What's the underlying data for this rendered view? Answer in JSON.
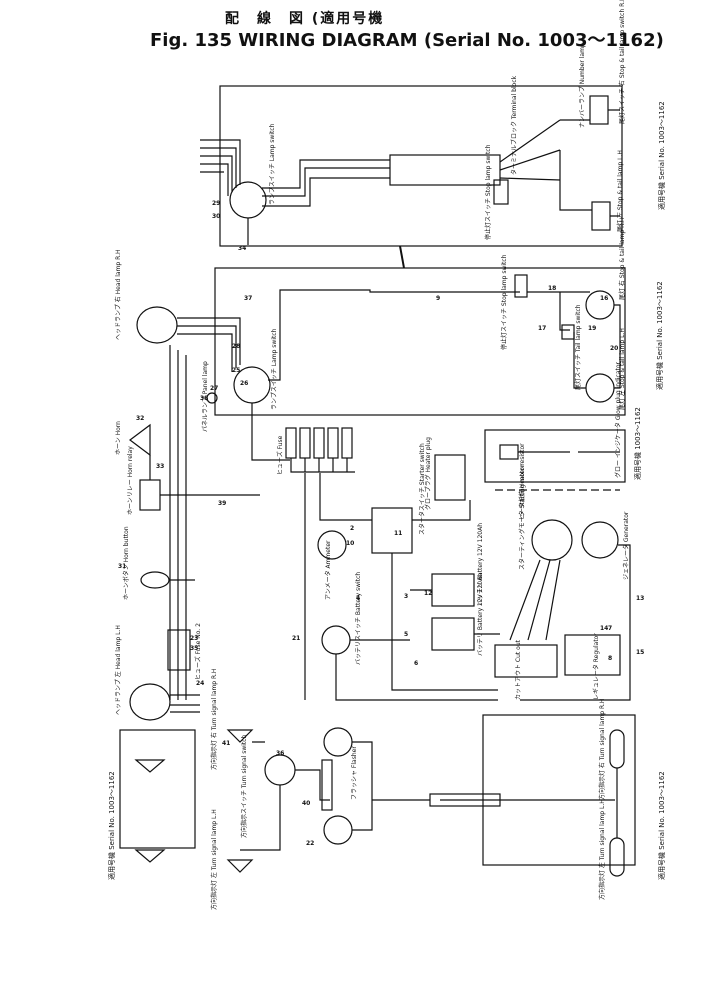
{
  "header": {
    "title_jp": "配　線　図",
    "serial_jp": "(適用号機",
    "title": "Fig. 135  WIRING DIAGRAM",
    "serial": "(Serial No. 1003～1162)"
  },
  "labels": {
    "lamp_switch_top": "ランプスイッチ Lamp switch",
    "terminal_block": "ターミナルブロック Terminal block",
    "number_lamp": "ナンバーランプ Number lamp",
    "stop_tail_lamp_switch_rh": "尾灯スイッチ 右 Stop & tail lamp switch R.H",
    "stop_lamp_switch_top": "停止灯スイッチ Stop lamp switch",
    "stop_tail_lamp_lh_top": "尾灯 左 Stop & tail lamp L.H",
    "serial_top": "適用号機 Serial No. 1003～1162",
    "head_lamp_rh": "ヘッドランプ 右 Head lamp R.H",
    "lamp_switch_mid": "ランプスイッチ Lamp switch",
    "panel_lamp": "パネルランプ Panel lamp",
    "fuse": "ヒューズ Fuse",
    "stop_lamp_switch_mid": "停止灯スイッチ Stop lamp switch",
    "tail_lamp_switch": "尾灯スイッチ Tail lamp switch",
    "stop_tail_lamp_rh": "尾灯 右 Stop & tail lamp R.H",
    "stop_tail_lamp_lh_mid": "尾灯 左 Stop & tail lamp L.H",
    "serial_mid": "適用号機 Serial No. 1003～1162",
    "horn": "ホーン Horn",
    "horn_relay": "ホーンリレー Horn relay",
    "starter_switch": "スタータスイッチ Starter switch",
    "heater_plug": "グロープラグ Heater plug",
    "glow_plug_indicator": "グロー インジケータ Glow plug indicator",
    "serial_right": "適用号機 1003～1162",
    "heater_resistor": "ヒータ抵抗 Heater resistor",
    "ammeter": "アンメータ Ammeter",
    "battery_1": "バッテリ Battery 12V 120Ah",
    "battery_2": "バッテリ Battery 12V 120Ah",
    "starting_motor": "スターティングモータ Starting motor",
    "generator": "ジェネレータ Generator",
    "horn_button": "ホーンボタン Horn button",
    "battery_switch": "バッテリスイッチ Battery switch",
    "cut_out": "カットアウト Cut out",
    "regulator": "レギュレータ Regulator",
    "fuse_2": "ヒューズ Fuse No. 2",
    "head_lamp_lh": "ヘッドランプ 左 Head lamp L.H",
    "turn_signal_lamp_rh": "方向指示灯 右 Turn signal lamp R.H",
    "turn_signal_switch": "方向指示スイッチ Turn signal switch",
    "flasher": "フラッシャ Flasher",
    "serial_bottom_left": "適用号機 Serial No. 1003～1162",
    "turn_signal_lamp_lh": "方向指示灯 左 Turn signal lamp L.H",
    "turn_lamp_rh": "方向指示灯 右 Turn signal lamp R.H",
    "turn_lamp_lh": "方向指示灯 左 Turn signal lamp L.H",
    "serial_bottom_right": "適用号機 Serial No. 1003～1162"
  },
  "wire_numbers": [
    "29",
    "30",
    "31",
    "32",
    "33",
    "34",
    "35",
    "36",
    "37",
    "38",
    "39",
    "40",
    "41",
    "2",
    "3",
    "4",
    "5",
    "6",
    "7",
    "8",
    "9",
    "10",
    "11",
    "12",
    "13",
    "14",
    "15",
    "16",
    "17",
    "18",
    "19",
    "20",
    "21",
    "22",
    "23",
    "24",
    "25",
    "26",
    "27",
    "28"
  ],
  "colors": {
    "ink": "#111111",
    "paper": "#ffffff"
  }
}
